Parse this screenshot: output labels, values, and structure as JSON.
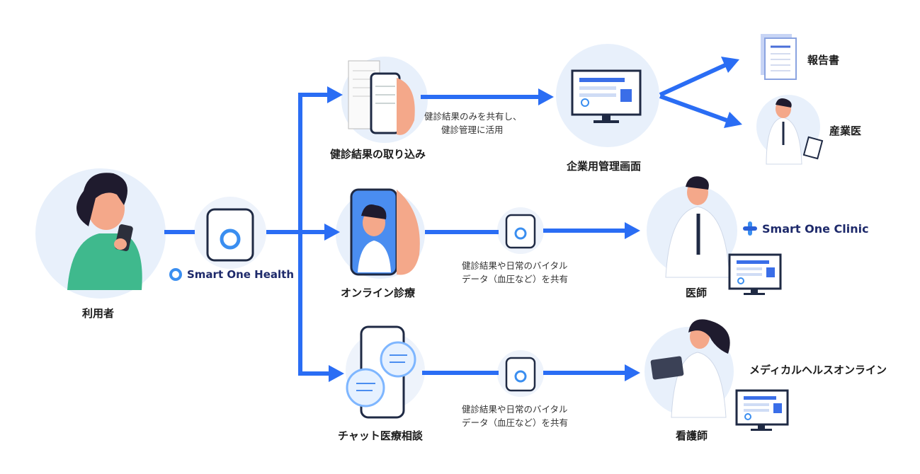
{
  "labels": {
    "user": "利用者",
    "import": "健診結果の取り込み",
    "online": "オンライン診療",
    "chat": "チャット医療相談",
    "company": "企業用管理画面",
    "report": "報告書",
    "occupational": "産業医",
    "doctor": "医師",
    "nurse": "看護師",
    "medical_health": "メディカルヘルスオンライン"
  },
  "notes": {
    "top_line1": "健診結果のみを共有し、",
    "top_line2": "健診管理に活用",
    "mid_line1": "健診結果や日常のバイタル",
    "mid_line2": "データ（血圧など）を共有",
    "bot_line1": "健診結果や日常のバイタル",
    "bot_line2": "データ（血圧など）を共有"
  },
  "brands": {
    "health": "Smart One Health",
    "clinic": "Smart One Clinic"
  },
  "colors": {
    "arrow": "#2a6df4",
    "circle_bg": "#e8f0fb",
    "brand_navy": "#1e2a6b",
    "skin": "#f4a88a",
    "scrub": "#3fb98d"
  }
}
